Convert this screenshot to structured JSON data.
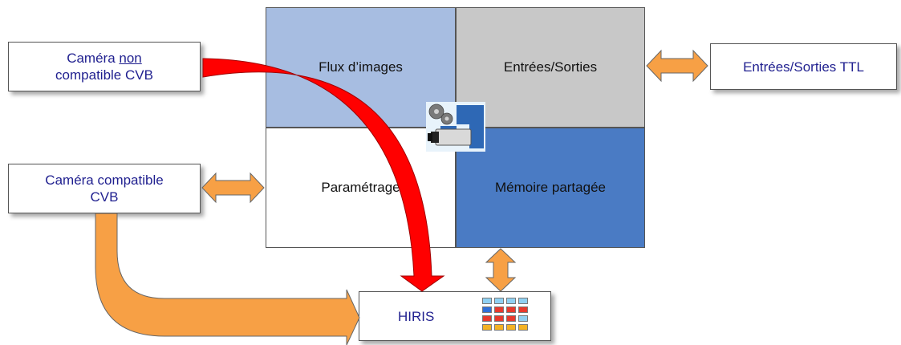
{
  "camera_non_cvb": {
    "line1": "Caméra ",
    "underlined": "non",
    "line2": "compatible CVB"
  },
  "camera_cvb": {
    "line1": "Caméra compatible",
    "line2": "CVB"
  },
  "ttl_io": {
    "label": "Entrées/Sorties TTL"
  },
  "hiris": {
    "label": "HIRIS"
  },
  "modules": {
    "image_flow": "Flux d’images",
    "io": "Entrées/Sorties",
    "settings": "Paramétrage",
    "shared_memory": "Mémoire partagée"
  },
  "colors": {
    "image_flow": "#a7bde1",
    "io": "#c8c8c8",
    "settings": "#ffffff",
    "shared_memory": "#4a7bc4",
    "orange_arrow": "#f7a045",
    "red_arrow": "#ff0000"
  },
  "icons": [
    "gear-camera-icon",
    "module-grid-icon"
  ]
}
